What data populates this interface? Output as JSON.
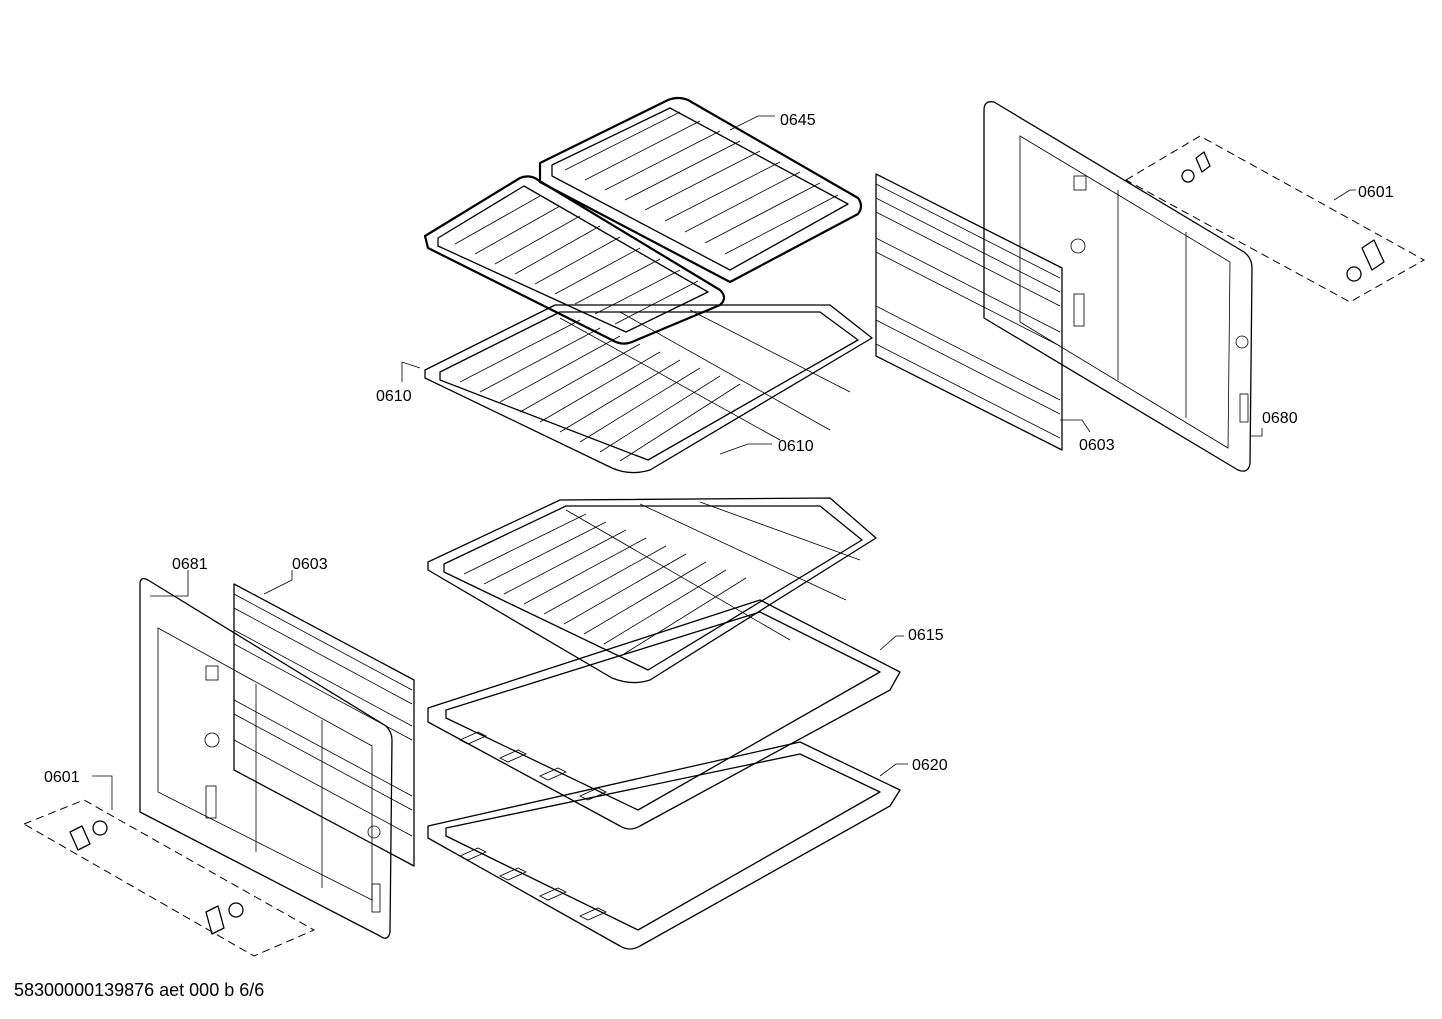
{
  "labels": {
    "l0645": "0645",
    "l0601_right": "0601",
    "l0610_upper": "0610",
    "l0610_lower": "0610",
    "l0603_right": "0603",
    "l0680": "0680",
    "l0681": "0681",
    "l0603_left": "0603",
    "l0615": "0615",
    "l0601_left": "0601",
    "l0620": "0620"
  },
  "footer": "58300000139876 aet 000 b 6/6"
}
